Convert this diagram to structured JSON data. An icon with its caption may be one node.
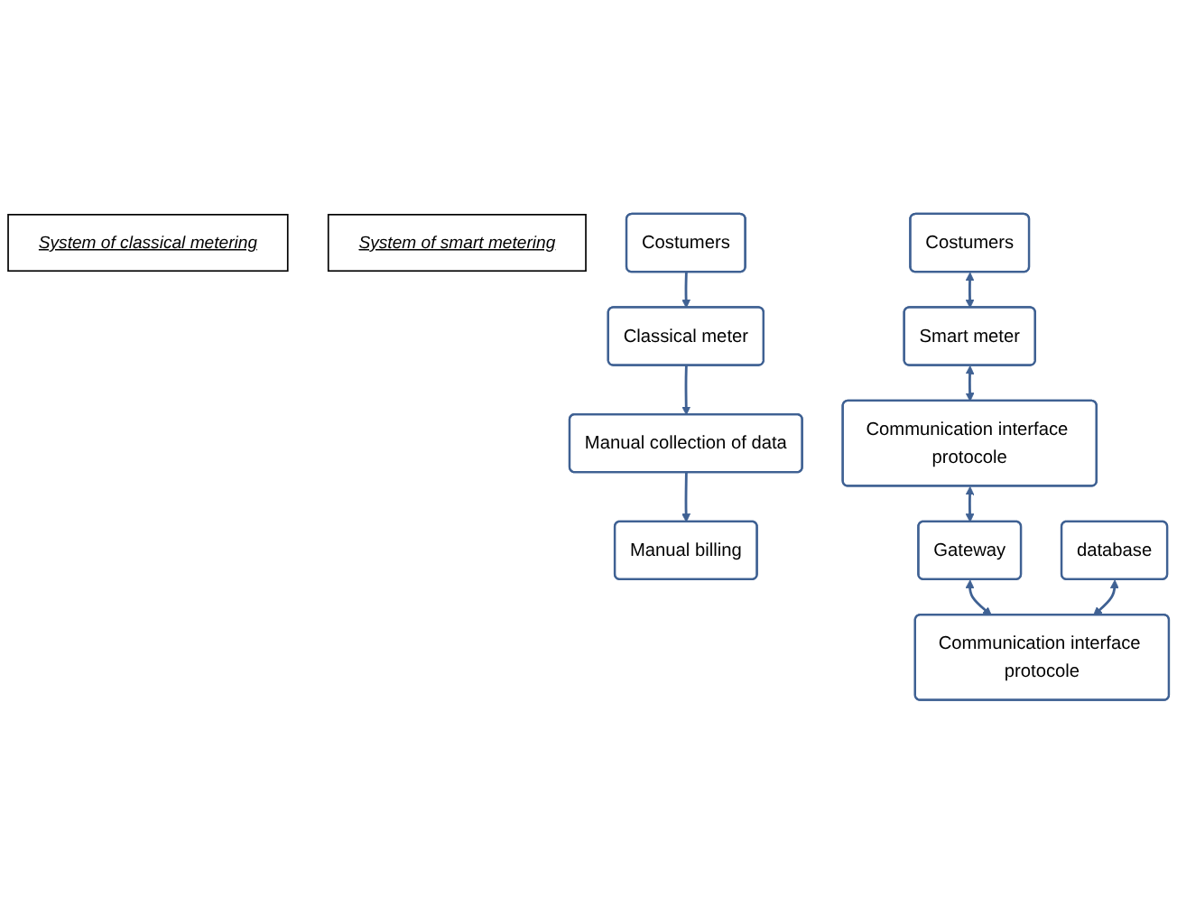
{
  "diagram": {
    "nodes": [
      {
        "text": [
          "System of classical metering"
        ]
      },
      {
        "text": [
          "System of smart metering"
        ]
      },
      {
        "text": [
          "Costumers"
        ]
      },
      {
        "text": [
          "Classical meter"
        ]
      },
      {
        "text": [
          "Manual collection of data"
        ]
      },
      {
        "text": [
          "Manual billing"
        ]
      },
      {
        "text": [
          "Costumers"
        ]
      },
      {
        "text": [
          "Smart meter"
        ]
      },
      {
        "text": [
          "Communication interface protocole"
        ]
      },
      {
        "text": [
          "Gateway"
        ]
      },
      {
        "text": [
          "database"
        ]
      },
      {
        "text": [
          "Communication interface protocole"
        ]
      }
    ],
    "edges": [
      {
        "from": 2,
        "to": 3,
        "arrow": "to"
      },
      {
        "from": 3,
        "to": 4,
        "arrow": "to"
      },
      {
        "from": 4,
        "to": 5,
        "arrow": "to"
      },
      {
        "from": 6,
        "to": 7,
        "arrow": "both"
      },
      {
        "from": 7,
        "to": 8,
        "arrow": "both"
      },
      {
        "from": 8,
        "to": 9,
        "arrow": "both"
      },
      {
        "from": 9,
        "to": 11,
        "arrow": "both"
      },
      {
        "from": 10,
        "to": 11,
        "arrow": "both"
      }
    ]
  }
}
